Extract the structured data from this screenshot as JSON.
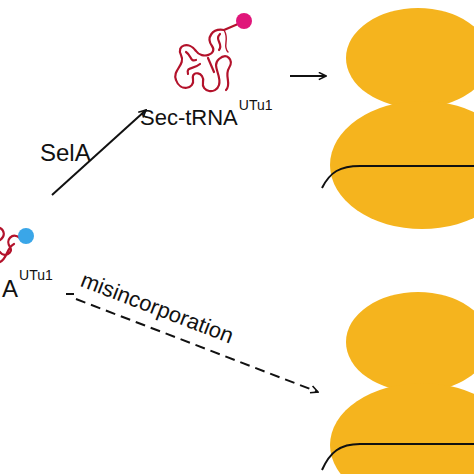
{
  "diagram": {
    "labels": [
      "SelA",
      "Sec-tRNA",
      "UTu1",
      "A",
      "UTu1",
      "misincorporation"
    ]
  }
}
